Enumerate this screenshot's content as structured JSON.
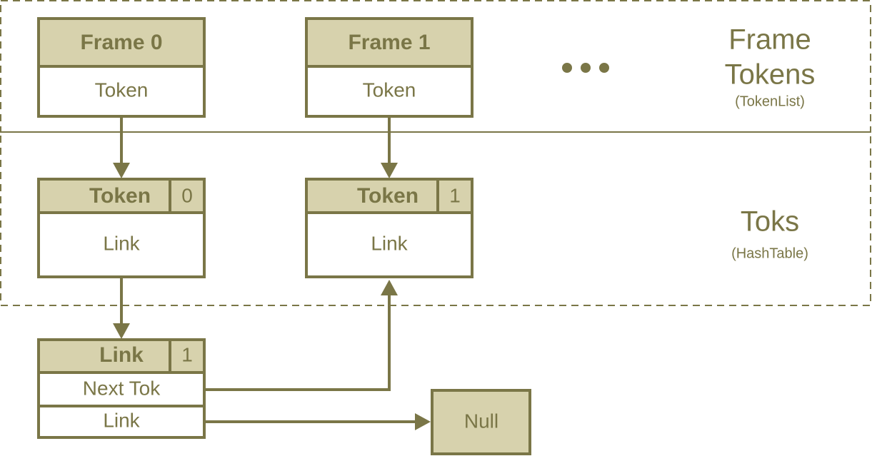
{
  "regions": {
    "frame_tokens": {
      "title_line1": "Frame",
      "title_line2": "Tokens",
      "subtitle": "(TokenList)"
    },
    "toks": {
      "title": "Toks",
      "subtitle": "(HashTable)"
    }
  },
  "frame_boxes": [
    {
      "header": "Frame 0",
      "body": "Token"
    },
    {
      "header": "Frame 1",
      "body": "Token"
    }
  ],
  "token_boxes": [
    {
      "header": "Token",
      "index": "0",
      "body": "Link"
    },
    {
      "header": "Token",
      "index": "1",
      "body": "Link"
    }
  ],
  "link_box": {
    "header": "Link",
    "index": "1",
    "next_tok": "Next Tok",
    "link": "Link"
  },
  "null_box": {
    "label": "Null"
  },
  "ellipsis_icon": "ellipsis-icon",
  "colors": {
    "stroke": "#7a7647",
    "header_fill": "#d7d2ad",
    "background": "#ffffff"
  }
}
